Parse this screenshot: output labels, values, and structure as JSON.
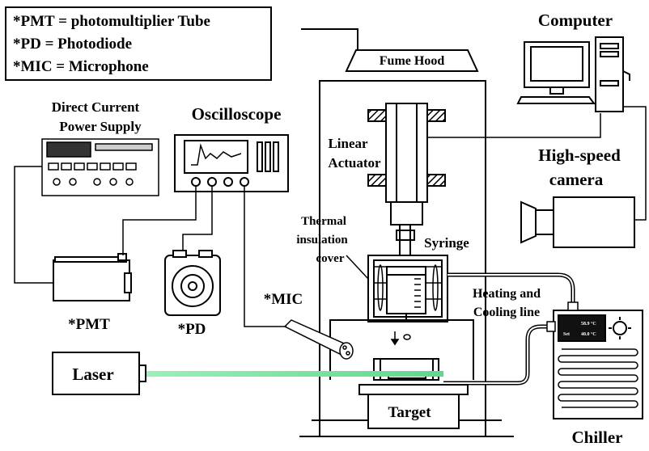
{
  "legend": {
    "pmt": "*PMT = photomultiplier Tube",
    "pd": "*PD = Photodiode",
    "mic": "*MIC = Microphone"
  },
  "labels": {
    "computer": "Computer",
    "fume_hood": "Fume Hood",
    "power_supply_line1": "Direct Current",
    "power_supply_line2": "Power Supply",
    "oscilloscope": "Oscilloscope",
    "linear_actuator_line1": "Linear",
    "linear_actuator_line2": "Actuator",
    "high_speed_line1": "High-speed",
    "high_speed_line2": "camera",
    "thermal_line1": "Thermal",
    "thermal_line2": "insulation",
    "thermal_line3": "cover",
    "syringe": "Syringe",
    "mic": "*MIC",
    "heating_line1": "Heating and",
    "heating_line2": "Cooling line",
    "pmt": "*PMT",
    "pd": "*PD",
    "laser": "Laser",
    "target": "Target",
    "chiller": "Chiller",
    "chiller_temp1": "58.9 °C",
    "chiller_temp2": "40.0 °C",
    "chiller_set": "Set"
  },
  "colors": {
    "laser_beam": "#7de3a0",
    "outline": "#000000"
  }
}
